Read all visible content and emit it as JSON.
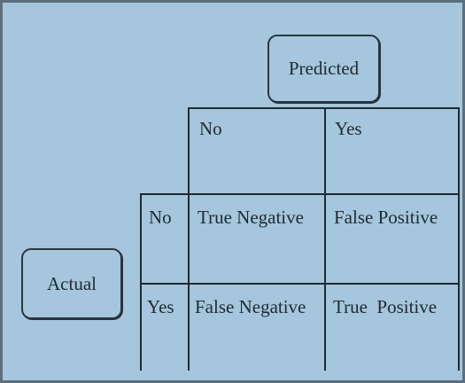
{
  "predicted_label": "Predicted",
  "actual_label": "Actual",
  "columns": [
    "No",
    "Yes"
  ],
  "rows": [
    {
      "label": "No",
      "cells": [
        "True Negative",
        "False Positive"
      ]
    },
    {
      "label": "Yes",
      "cells": [
        "False Negative",
        "True  Positive"
      ]
    }
  ],
  "colors": {
    "background": "#a5c6dc",
    "lines": "#1f2a33",
    "frame": "#5b6f7d"
  }
}
